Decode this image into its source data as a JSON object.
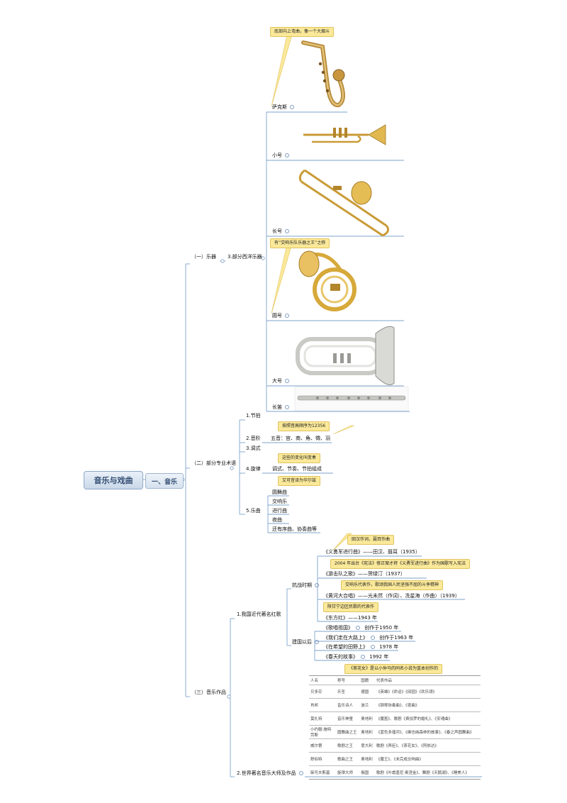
{
  "root": "音乐与戏曲",
  "main": "一、音乐",
  "sections": {
    "instruments": "（一）乐器",
    "western": "3.部分西洋乐器",
    "terms": "（二）部分专业术语",
    "works": "（三）音乐作品"
  },
  "instruments": {
    "sax": "萨克斯",
    "sax_note": "底部向上弯曲，像一个大烟斗",
    "trumpet": "小号",
    "trombone": "长号",
    "horn": "圆号",
    "horn_note": "有“交响乐队乐器之王”之称",
    "tuba": "大号",
    "flute": "长笛"
  },
  "terms": {
    "beat": "1.节拍",
    "scale": "2.音阶",
    "scale_note": "按照音高顺序为12356",
    "scale_detail": "五音：宫、商、角、徵、羽",
    "mode": "3.调式",
    "melody": "4.旋律",
    "melody_note": "这些的变化叫变奏",
    "melody_detail": "调式、节奏、节拍组成",
    "piece": "5.乐曲",
    "piece_note": "又可音译为华尔兹",
    "pieces": [
      "圆舞曲",
      "交响乐",
      "进行曲",
      "夜曲",
      "还有序曲、协奏曲等"
    ]
  },
  "works": {
    "modern": "1.我国近代著名红歌",
    "war": "抗战时期",
    "war_songs": [
      {
        "note": "田汉作词，聂耳作曲",
        "title": "《义勇军进行曲》——田汉、聂耳（1935）"
      },
      {
        "note": "2004 年出台《宪法》修正案才将《义勇军进行曲》作为国歌写入宪法",
        "title": "《游击队之歌》——贺绿汀（1937）"
      },
      {
        "note": "交响乐代表作，歌颂我国人民坚强不屈的斗争精神",
        "title": "《黄河大合唱》——光未然（作词）、冼星海（作曲）（1939）"
      },
      {
        "note": "陕甘宁边区民歌的代表作",
        "title": "《东方红》——1943 年"
      }
    ],
    "post": "建国以后",
    "post_songs": [
      {
        "title": "《歌唱祖国》",
        "year": "创作于1950 年"
      },
      {
        "title": "《我们走在大路上》",
        "year": "创作于1963 年"
      },
      {
        "title": "《在希望的田野上》",
        "year": "1978 年"
      },
      {
        "title": "《春天的故事》",
        "year": "1992 年"
      }
    ],
    "masters": "2.世界著名音乐大师及作品",
    "masters_note": "《茶花女》是以小仲马的同名小说为蓝本创作的",
    "table_header": [
      "人名",
      "称号",
      "国籍",
      "代表作品"
    ],
    "table_rows": [
      [
        "贝多芬",
        "乐圣",
        "德国",
        "《英雄》《命运》《田园》《欢乐颂》"
      ],
      [
        "肖邦",
        "音乐诗人",
        "波兰",
        "《钢琴协奏曲》、《夜曲》"
      ],
      [
        "莫扎特",
        "音乐神童",
        "奥地利",
        "《魔笛》、歌剧《费加罗的婚礼》、《安魂曲》"
      ],
      [
        "小约翰·施特劳斯",
        "圆舞曲之王",
        "奥地利",
        "《蓝色多瑙河》、《维也纳森林的故事》、《春之声圆舞曲》"
      ],
      [
        "威尔第",
        "歌剧之王",
        "意大利",
        "歌剧《弄臣》、《茶花女》、《阿依达》"
      ],
      [
        "舒伯特",
        "歌曲之王",
        "奥地利",
        "《魔王》、《未完成交响曲》"
      ],
      [
        "柴可夫斯基",
        "旋律大师",
        "俄国",
        "歌剧《叶甫盖尼·奥涅金》、舞剧《天鹅湖》、《睡美人》"
      ]
    ]
  },
  "colors": {
    "line": "#7ea3cc",
    "note_bg": "#fbe99a",
    "root_text": "#2e4a70"
  }
}
